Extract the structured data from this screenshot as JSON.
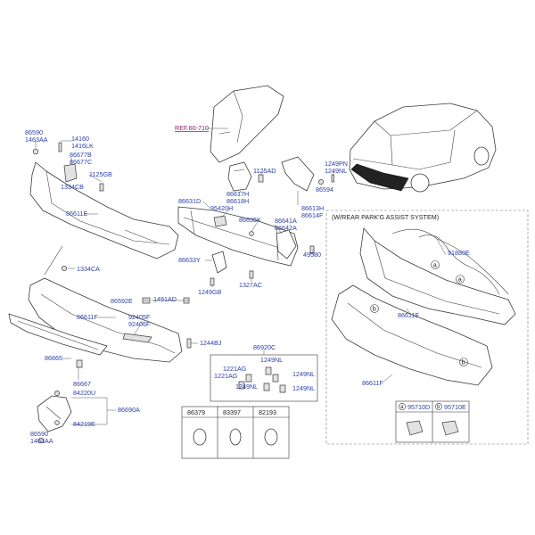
{
  "diagram": {
    "ref_label": "REF.60-710",
    "optional_box_title": "(W/REAR PARK'G ASSIST SYSTEM)",
    "callouts": {
      "a": "a",
      "b": "b"
    },
    "labels": {
      "p86590_top": "86590",
      "p1463AA_top": "1463AA",
      "p14160": "14160",
      "p1416LK": "1416LK",
      "p86677B": "86677B",
      "p86677C": "86677C",
      "p1125GB": "1125GB",
      "p1334CB": "1334CB",
      "p86611E_left": "86611E",
      "p86617H": "86617H",
      "p86618H": "86618H",
      "p1125AD": "1125AD",
      "p1249PN": "1249PN",
      "p1249NL_top": "1249NL",
      "p86594": "86594",
      "p86613H": "86613H",
      "p86614F": "86614F",
      "p86631D": "86631D",
      "p95420H": "95420H",
      "p86635K": "86635K",
      "p86641A": "86641A",
      "p86642A": "86642A",
      "p49580": "49580",
      "p86633Y": "86633Y",
      "p1249GB": "1249GB",
      "p1327AC": "1327AC",
      "p1334CA": "1334CA",
      "p86592E": "86592E",
      "p1491AD": "1491AD",
      "p86611F_left": "86611F",
      "p92405F": "92405F",
      "p92406F": "92406F",
      "p1244BJ": "1244BJ",
      "p86665": "86665",
      "p86667": "86667",
      "p86920C": "86920C",
      "p1249NL_a": "1249NL",
      "p1221AG_a": "1221AG",
      "p1221AG_b": "1221AG",
      "p1249NL_b": "1249NL",
      "p1249NL_c": "1249NL",
      "p1249NL_d": "1249NL",
      "p84220U": "84220U",
      "p86690A": "86690A",
      "p84219E": "84219E",
      "p86590_bot": "86590",
      "p1463AA_bot": "1463AA",
      "p86379": "86379",
      "p83397": "83397",
      "p82193": "82193",
      "p91880E": "91880E",
      "p86611E_right": "86611E",
      "p86611F_right": "86611F",
      "p95710D": "95710D",
      "p95710E": "95710E"
    }
  }
}
